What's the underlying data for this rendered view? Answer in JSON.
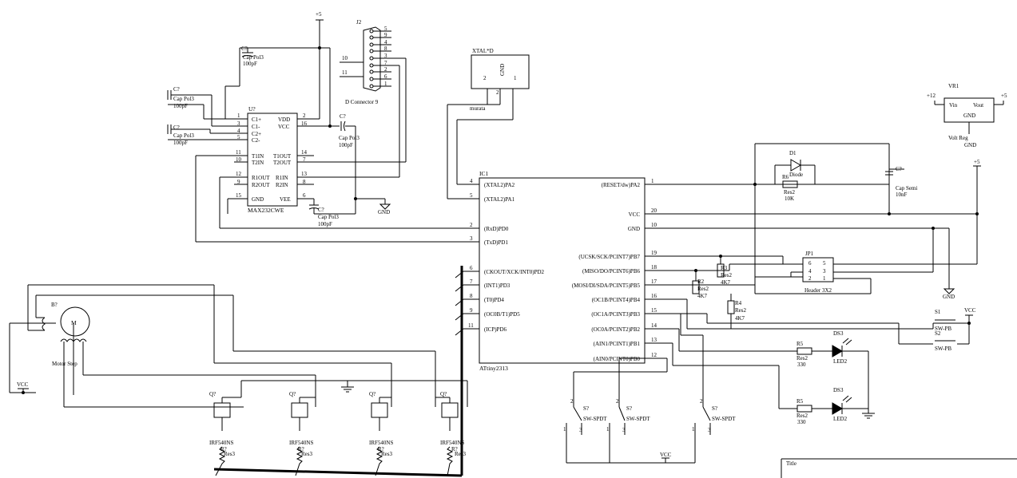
{
  "power": {
    "p5": "+5",
    "p12": "+12",
    "gnd": "GND",
    "vcc": "VCC"
  },
  "cap_top": {
    "ref": "C?",
    "value": "Cap Pol3",
    "value2": "100pF"
  },
  "cap_left1": {
    "ref": "C?",
    "value": "Cap Pol3",
    "value2": "100pF"
  },
  "cap_left2": {
    "ref": "C?",
    "value": "Cap Pol3",
    "value2": "100pF"
  },
  "cap_right": {
    "ref": "C?",
    "value": "Cap Pol3",
    "value2": "100pF"
  },
  "cap_bottom": {
    "ref": "C?",
    "value": "Cap Pol3",
    "value2": "100pF"
  },
  "max232": {
    "ref": "U?",
    "name": "MAX232CWE",
    "left_pins": [
      {
        "num": "1",
        "label": "C1+"
      },
      {
        "num": "3",
        "label": "C1-"
      },
      {
        "num": "4",
        "label": "C2+"
      },
      {
        "num": "5",
        "label": "C2-"
      },
      {
        "num": "11",
        "label": "T1IN"
      },
      {
        "num": "10",
        "label": "T2IN"
      },
      {
        "num": "12",
        "label": "R1OUT"
      },
      {
        "num": "9",
        "label": "R2OUT"
      },
      {
        "num": "15",
        "label": "GND"
      }
    ],
    "right_pins": [
      {
        "num": "2",
        "label": "VDD"
      },
      {
        "num": "16",
        "label": "VCC"
      },
      {
        "num": "14",
        "label": "T1OUT"
      },
      {
        "num": "7",
        "label": "T2OUT"
      },
      {
        "num": "13",
        "label": "R1IN"
      },
      {
        "num": "8",
        "label": "R2IN"
      },
      {
        "num": "6",
        "label": "VEE"
      }
    ]
  },
  "connector": {
    "ref": "J2",
    "name": "D Connector 9",
    "pins": [
      "5",
      "9",
      "4",
      "8",
      "3",
      "7",
      "2",
      "6",
      "1"
    ],
    "side_10": "10",
    "side_11": "11"
  },
  "xtal": {
    "ref": "XTAL*D",
    "name": "murata",
    "pin_gnd": "GND",
    "pin2": "2",
    "pin1": "1",
    "pin2b": "2"
  },
  "mcu": {
    "ref": "IC1",
    "name": "ATtiny2313",
    "left": [
      {
        "num": "4",
        "label": "(XTAL2)PA2"
      },
      {
        "num": "5",
        "label": "(XTAL2)PA1"
      },
      {
        "num": "2",
        "label": "(RxD)PD0"
      },
      {
        "num": "3",
        "label": "(TxD)PD1"
      },
      {
        "num": "6",
        "label": "(CKOUT/XCK/INT0)PD2"
      },
      {
        "num": "7",
        "label": "(INT1)PD3"
      },
      {
        "num": "8",
        "label": "(T0)PD4"
      },
      {
        "num": "9",
        "label": "(OC0B/T1)PD5"
      },
      {
        "num": "11",
        "label": "(ICP)PD6"
      }
    ],
    "right": [
      {
        "num": "1",
        "label": "(RESET/dw)PA2"
      },
      {
        "num": "20",
        "label": "VCC"
      },
      {
        "num": "10",
        "label": "GND"
      },
      {
        "num": "19",
        "label": "(UCSK/SCK/PCINT7)PB7"
      },
      {
        "num": "18",
        "label": "(MISO/DO/PCINT6)PB6"
      },
      {
        "num": "17",
        "label": "(MOSI/DI/SDA/PCINT5)PB5"
      },
      {
        "num": "16",
        "label": "(OC1B/PCINT4)PB4"
      },
      {
        "num": "15",
        "label": "(OC1A/PCINT3)PB3"
      },
      {
        "num": "14",
        "label": "(OC0A/PCINT2)PB2"
      },
      {
        "num": "13",
        "label": "(AIN1/PCINT1)PB1"
      },
      {
        "num": "12",
        "label": "(AIN0/PCINT0)PB0"
      }
    ]
  },
  "vreg": {
    "ref": "VR1",
    "vin": "Vin",
    "vout": "Vout",
    "gnd": "GND",
    "name": "Volt Reg"
  },
  "diode": {
    "ref": "D1",
    "name": "Diode"
  },
  "r_reset": {
    "ref": "R6",
    "value": "Res2",
    "value2": "10K"
  },
  "c_semi": {
    "ref": "C?",
    "value": "Cap Semi",
    "value2": "10nF"
  },
  "header": {
    "ref": "JP1",
    "name": "Header 3X2",
    "pins": [
      "6",
      "5",
      "4",
      "3",
      "2",
      "1"
    ]
  },
  "r3": {
    "ref": "R3",
    "value": "Res2",
    "value2": "4K7"
  },
  "r2": {
    "ref": "R2",
    "value": "Res2",
    "value2": "4K7"
  },
  "r4": {
    "ref": "R4",
    "value": "Res2",
    "value2": "4K7"
  },
  "s1": {
    "ref": "S1",
    "name": "SW-PB"
  },
  "s2": {
    "ref": "S2",
    "name": "SW-PB"
  },
  "led1": {
    "ref": "DS3",
    "name": "LED2",
    "r_ref": "R5",
    "r_val": "Res2",
    "r_val2": "330"
  },
  "led2": {
    "ref": "DS3",
    "name": "LED2",
    "r_ref": "R5",
    "r_val": "Res2",
    "r_val2": "330"
  },
  "motor": {
    "ref": "B?",
    "symbol": "M",
    "name": "Motor Step"
  },
  "mosfets": [
    {
      "ref": "Q?",
      "name": "IRF540NS",
      "r_ref": "R?",
      "r_val": "Res3"
    },
    {
      "ref": "Q?",
      "name": "IRF540NS",
      "r_ref": "R?",
      "r_val": "Res3"
    },
    {
      "ref": "Q?",
      "name": "IRF540NS",
      "r_ref": "R?",
      "r_val": "Res3"
    },
    {
      "ref": "Q?",
      "name": "IRF540NS",
      "r_ref": "R?",
      "r_val": "Res3"
    }
  ],
  "spdt": [
    {
      "ref": "S?",
      "name": "SW-SPDT",
      "p1": "1",
      "p2": "2",
      "p3": "3"
    },
    {
      "ref": "S?",
      "name": "SW-SPDT",
      "p1": "1",
      "p2": "2",
      "p3": "3"
    },
    {
      "ref": "S?",
      "name": "SW-SPDT",
      "p1": "1",
      "p2": "2",
      "p3": "3"
    }
  ],
  "title_block": {
    "label": "Title"
  }
}
